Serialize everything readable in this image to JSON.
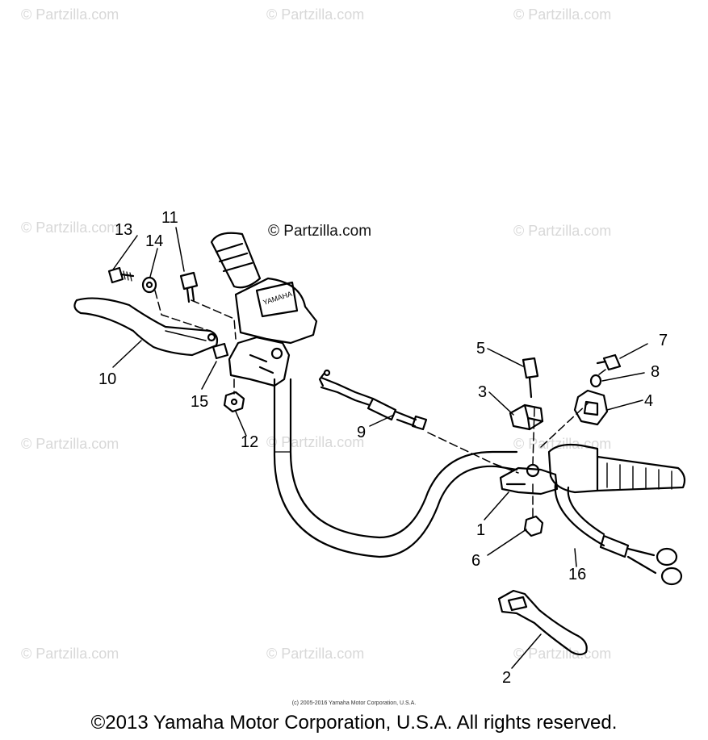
{
  "watermarks": {
    "tile": "© Partzilla.com",
    "center": "© Partzilla.com"
  },
  "copyright_small": "(c) 2005-2016 Yamaha Motor Corporation, U.S.A.",
  "copyright_main": "©2013 Yamaha Motor Corporation, U.S.A. All rights reserved.",
  "callouts": {
    "c1": "1",
    "c2": "2",
    "c3": "3",
    "c4": "4",
    "c5": "5",
    "c6": "6",
    "c7": "7",
    "c8": "8",
    "c9": "9",
    "c10": "10",
    "c11": "11",
    "c12": "12",
    "c13": "13",
    "c14": "14",
    "c15": "15",
    "c16": "16"
  },
  "colors": {
    "line": "#000000",
    "watermark": "#d8d8d8"
  }
}
